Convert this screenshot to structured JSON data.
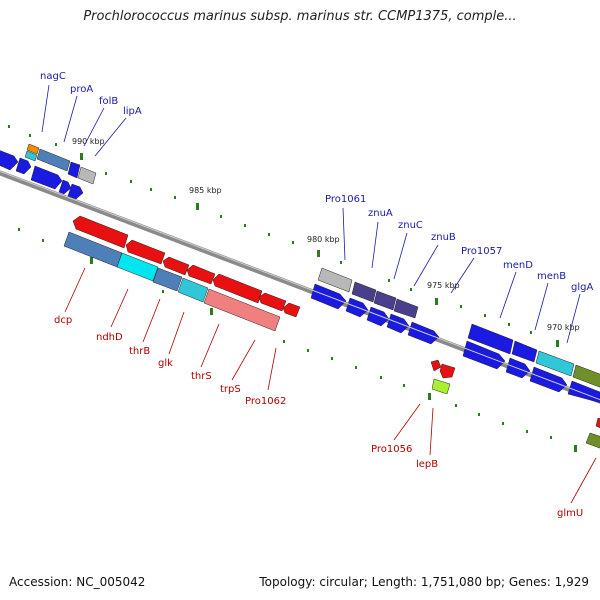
{
  "title": "Prochlorococcus marinus subsp. marinus str. CCMP1375, comple...",
  "accession": "Accession: NC_005042",
  "topology": "Topology: circular; Length: 1,751,080 bp; Genes: 1,929",
  "colors": {
    "backbone": "#8a8a8a",
    "forward_label": "#1a1aa6",
    "reverse_label": "#b00000",
    "tick": "#2f7a1f"
  },
  "ticks": [
    {
      "label": "990 kbp"
    },
    {
      "label": "985 kbp"
    },
    {
      "label": "980 kbp"
    },
    {
      "label": "975 kbp"
    },
    {
      "label": "970 kbp"
    }
  ],
  "forward_labels": [
    {
      "name": "nagC"
    },
    {
      "name": "proA"
    },
    {
      "name": "folB"
    },
    {
      "name": "lipA"
    },
    {
      "name": "Pro1061"
    },
    {
      "name": "znuA"
    },
    {
      "name": "znuC"
    },
    {
      "name": "znuB"
    },
    {
      "name": "Pro1057"
    },
    {
      "name": "menD"
    },
    {
      "name": "menB"
    },
    {
      "name": "glgA"
    }
  ],
  "reverse_labels": [
    {
      "name": "dcp"
    },
    {
      "name": "ndhD"
    },
    {
      "name": "thrB"
    },
    {
      "name": "glk"
    },
    {
      "name": "thrS"
    },
    {
      "name": "trpS"
    },
    {
      "name": "Pro1062"
    },
    {
      "name": "Pro1056"
    },
    {
      "name": "lepB"
    },
    {
      "name": "glmU"
    }
  ]
}
